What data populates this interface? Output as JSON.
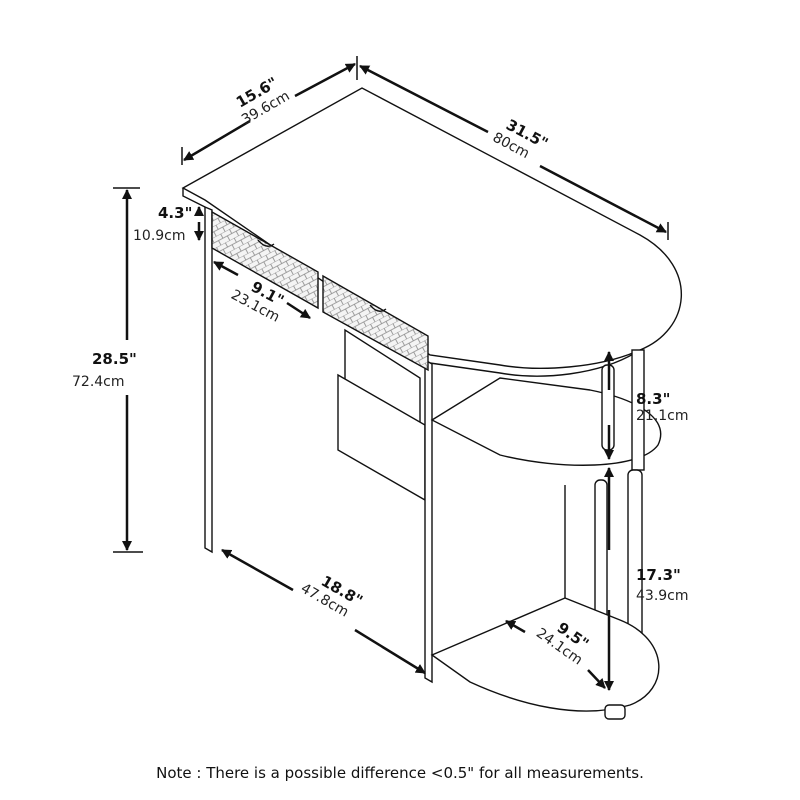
{
  "diagram": {
    "subject": "Bar table with two drawers and side shelves",
    "dimensions": {
      "depth": {
        "inch": "15.6\"",
        "cm": "39.6cm"
      },
      "width": {
        "inch": "31.5\"",
        "cm": "80cm"
      },
      "drawer_height": {
        "inch": "4.3\"",
        "cm": "10.9cm"
      },
      "drawer_width": {
        "inch": "9.1\"",
        "cm": "23.1cm"
      },
      "total_height": {
        "inch": "28.5\"",
        "cm": "72.4cm"
      },
      "upper_shelf_gap": {
        "inch": "8.3\"",
        "cm": "21.1cm"
      },
      "lower_shelf_gap": {
        "inch": "17.3\"",
        "cm": "43.9cm"
      },
      "inner_depth": {
        "inch": "18.8\"",
        "cm": "47.8cm"
      },
      "shelf_depth": {
        "inch": "9.5\"",
        "cm": "24.1cm"
      }
    },
    "colors": {
      "line": "#111111",
      "background": "#ffffff",
      "drawer_pattern": "#888888"
    }
  },
  "note": "Note : There is a possible difference <0.5\" for all measurements."
}
